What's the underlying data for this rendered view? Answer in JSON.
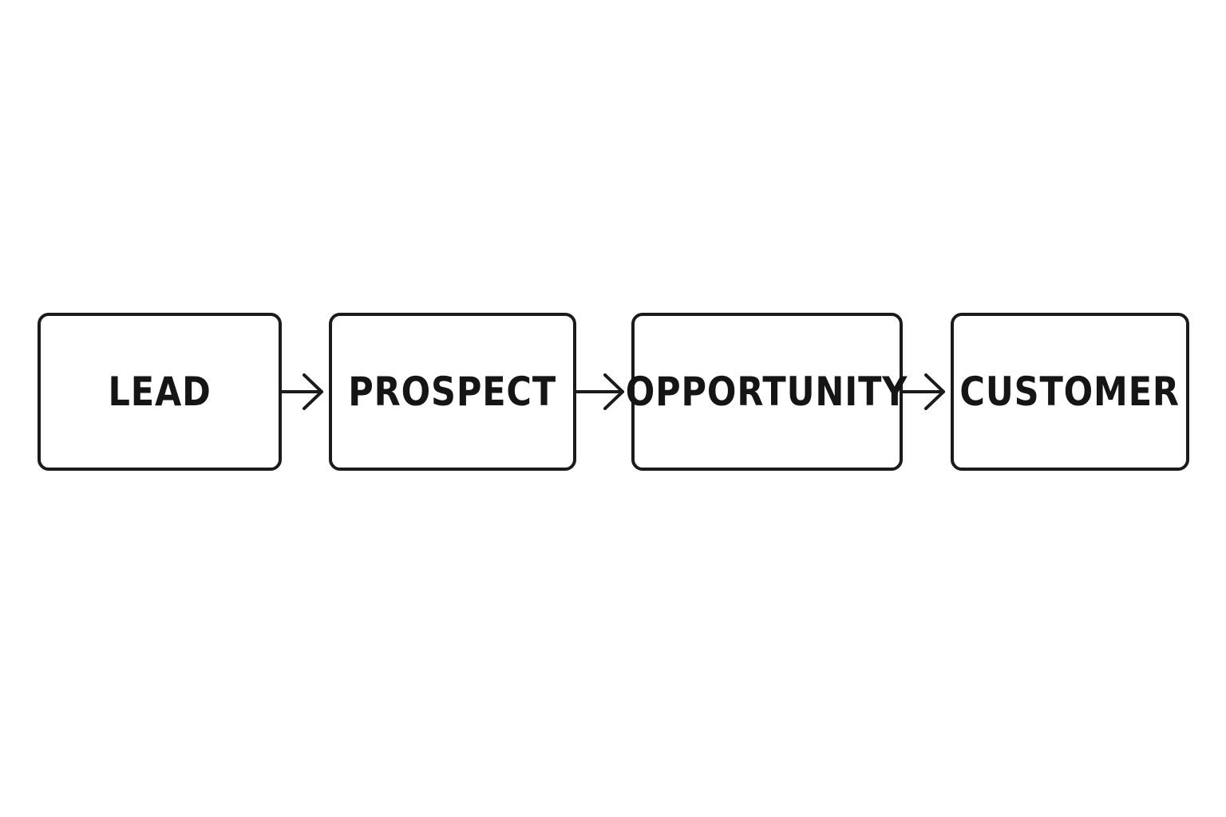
{
  "diagram": {
    "stages": [
      {
        "label": "LEAD"
      },
      {
        "label": "PROSPECT"
      },
      {
        "label": "OPPORTUNITY"
      },
      {
        "label": "CUSTOMER"
      }
    ],
    "colors": {
      "stroke": "#1b1b1b",
      "text": "#151515",
      "background": "#ffffff"
    },
    "connector_icon": "arrow-right-icon"
  }
}
